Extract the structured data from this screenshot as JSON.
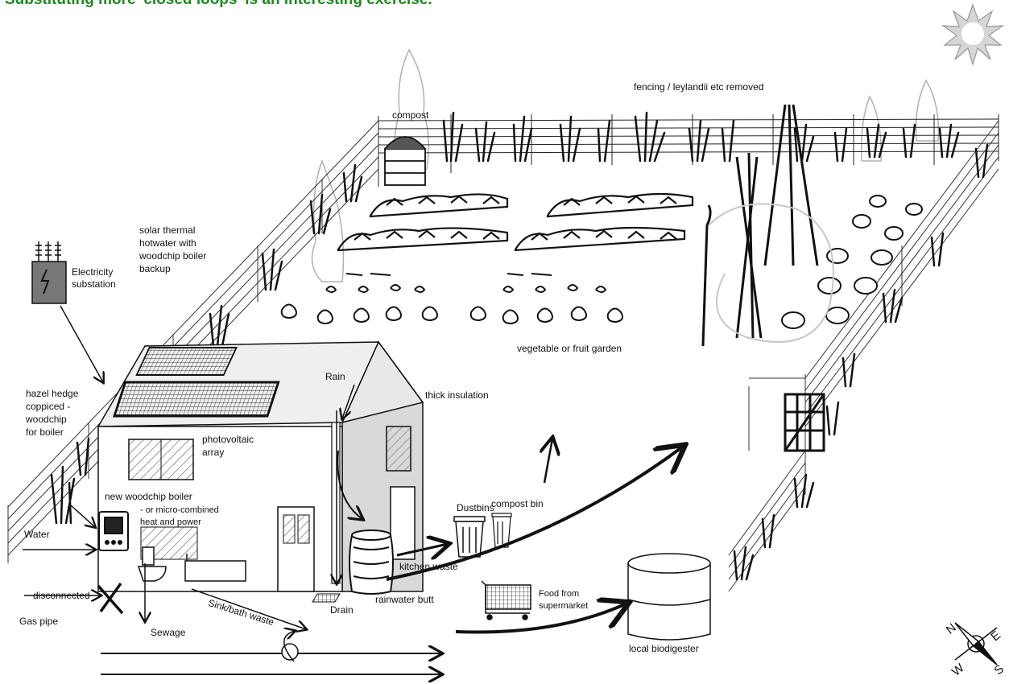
{
  "title": "Substituting more 'closed loops' is an interesting exercise.",
  "labels": {
    "compost": "compost",
    "fencing": "fencing / leylandii etc removed",
    "solar_l1": "solar thermal",
    "solar_l2": "hotwater with",
    "solar_l3": "woodchip boiler",
    "solar_l4": "backup",
    "elec_l1": "Electricity",
    "elec_l2": "substation",
    "veg": "vegetable or fruit garden",
    "rain": "Rain",
    "insulation": "thick insulation",
    "hazel_l1": "hazel hedge",
    "hazel_l2": "coppiced -",
    "hazel_l3": "woodchip",
    "hazel_l4": "for boiler",
    "pv_l1": "photovoltaic",
    "pv_l2": "array",
    "boiler_l1": "new woodchip boiler",
    "boiler_l2": "- or micro-combined",
    "boiler_l3": "heat and power",
    "water": "Water",
    "dustbins": "Dustbins",
    "compost_bin": "compost bin",
    "kitchen_waste": "kitchen waste",
    "disconnected": "disconnected",
    "gas_pipe": "Gas pipe",
    "rainwater_butt": "rainwater butt",
    "sink_bath": "Sink/bath waste",
    "drain": "Drain",
    "food_l1": "Food from",
    "food_l2": "supermarket",
    "sewage": "Sewage",
    "biodigester": "local biodigester",
    "compass_n": "N",
    "compass_e": "E",
    "compass_s": "S",
    "compass_w": "W"
  },
  "colors": {
    "title": "#1a8a1a",
    "ink": "#111111",
    "roof": "#efefef",
    "wall": "#ffffff",
    "side_wall": "#d9d9d9",
    "substation": "#777777",
    "sun": "#bbbbbb"
  },
  "icons": [
    "sun-icon",
    "electricity-substation-icon",
    "compost-heap-icon",
    "woodchip-boiler-icon",
    "toilet-icon",
    "bath-icon",
    "rainwater-butt-icon",
    "dustbin-icon",
    "compost-bin-icon",
    "shopping-trolley-icon",
    "biodigester-icon",
    "compass-icon",
    "drain-grate-icon",
    "gate-icon"
  ]
}
